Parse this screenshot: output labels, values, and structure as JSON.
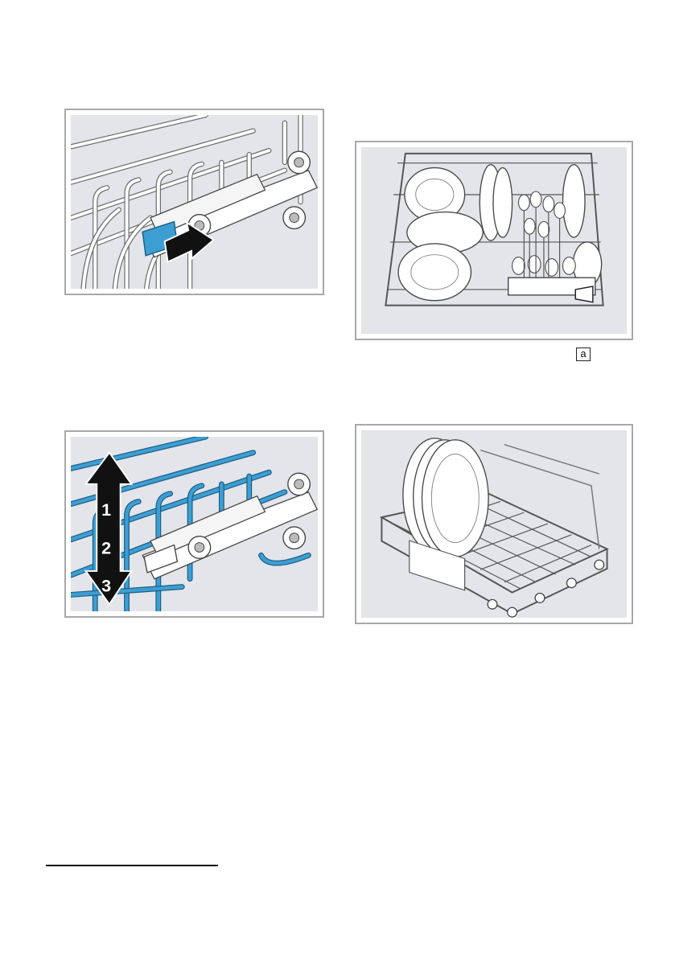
{
  "figures": [
    {
      "id": "fig1",
      "content": "rack-release-lever-press"
    },
    {
      "id": "fig2",
      "content": "upper-rack-loaded-top-view"
    },
    {
      "id": "fig3",
      "content": "rack-height-adjustment"
    },
    {
      "id": "fig4",
      "content": "lower-rack-with-large-plates"
    }
  ],
  "fig3_labels": {
    "level1": "1",
    "level2": "2",
    "level3": "3"
  },
  "callout": {
    "label": "a"
  },
  "colors": {
    "accent_blue": "#3d9ed3",
    "figure_bg": "#e3e5ea",
    "frame": "#a8a8a8"
  },
  "icons": {
    "push_arrow": "arrow-right-icon",
    "height_arrow": "double-arrow-vertical-icon"
  }
}
